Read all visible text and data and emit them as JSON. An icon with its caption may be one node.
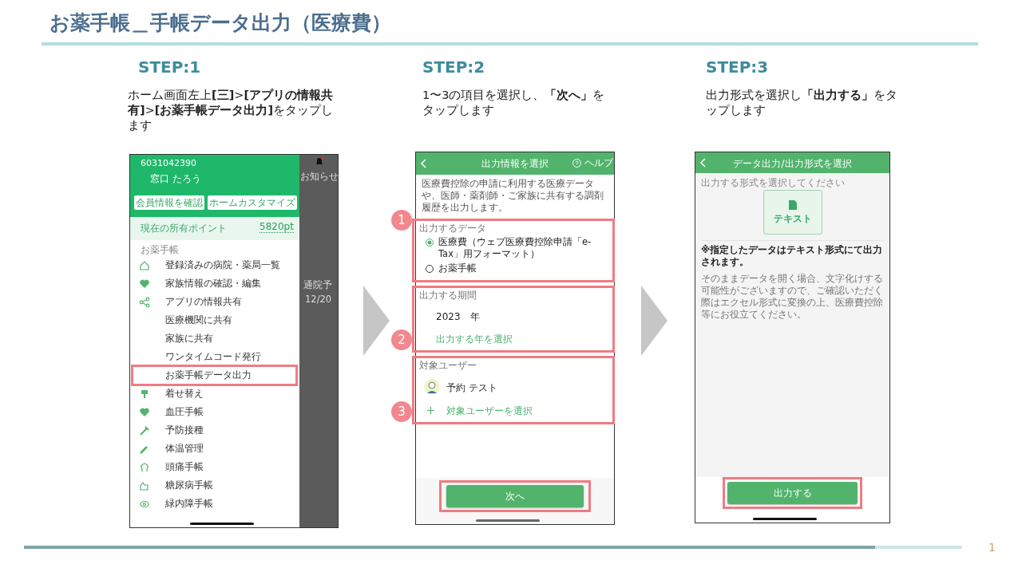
{
  "diagram": {
    "title": "お薬手帳＿手帳データ出力（医療費）",
    "nodes": [
      {
        "text": [],
        "shape": "picture"
      },
      {
        "text": [
          "会員情報を確認"
        ],
        "in": 0
      },
      {
        "text": [
          "ホームカスタマイズ"
        ],
        "in": 0
      },
      {
        "text": [
          "お薬手帳データ出力"
        ],
        "in": 0
      },
      {
        "text": [],
        "shape": "picture"
      },
      {
        "text": [
          "出力するデータ",
          "医療費（ウェブ医療費控除申請「e-Tax」用フォーマット）",
          "お薬手帳"
        ],
        "in": 4,
        "beside": [
          "1"
        ]
      },
      {
        "text": [
          "出力する期間",
          "2023　年",
          "出力する年を選択"
        ],
        "in": 4,
        "beside": [
          "2"
        ]
      },
      {
        "text": [
          "対象ユーザー",
          "予約 テスト",
          "対象ユーザーを選択"
        ],
        "in": 4,
        "beside": [
          "3"
        ]
      },
      {
        "text": [],
        "shape": "box",
        "in": 4
      },
      {
        "text": [
          "次へ"
        ],
        "in": 8
      },
      {
        "text": [],
        "shape": "picture"
      },
      {
        "text": [
          "テキスト"
        ],
        "in": 10
      },
      {
        "text": [],
        "shape": "box",
        "in": 10
      },
      {
        "text": [
          "出力する"
        ],
        "in": 12
      }
    ],
    "edges": [
      {
        "from": 0,
        "to": 4,
        "arrow": "to"
      },
      {
        "from": 4,
        "to": 10,
        "arrow": "to"
      }
    ],
    "labels": [
      "STEP:1",
      "ホーム画面左上**[三]**>**[アプリの情報共有]**>**[お薬手帳データ出力]**をタップします",
      "STEP:2",
      "1〜3の項目を選択し、**「次へ」**をタップします",
      "STEP:3",
      "出力形式を選択し**「出力する」**をタップします",
      "6031042390",
      "窓口 たろう",
      "現在の所有ポイント",
      "5820pt",
      "お薬手帳",
      "登録済みの病院・薬局一覧",
      "家族情報の確認・編集",
      "アプリの情報共有",
      "医療機関に共有",
      "家族に共有",
      "ワンタイムコード発行",
      "着せ替え",
      "血圧手帳",
      "予防接種",
      "体温管理",
      "頭痛手帳",
      "糖尿病手帳",
      "緑内障手帳",
      "お知らせ",
      "通院予",
      "12/20",
      "出力情報を選択",
      "ヘルプ",
      "医療費控除の申請に利用する医療データや、医師・薬剤師・ご家族に共有する調剤履歴を出力します。",
      "データ出力/出力形式を選択",
      "出力する形式を選択してください",
      "※指定したデータはテキスト形式にて出力されます。",
      "そのままデータを開く場合、文字化けする可能性がございますので、ご確認いただく際はエクセル形式に変換の上、医療費控除等にお役立てください。",
      "1"
    ]
  }
}
